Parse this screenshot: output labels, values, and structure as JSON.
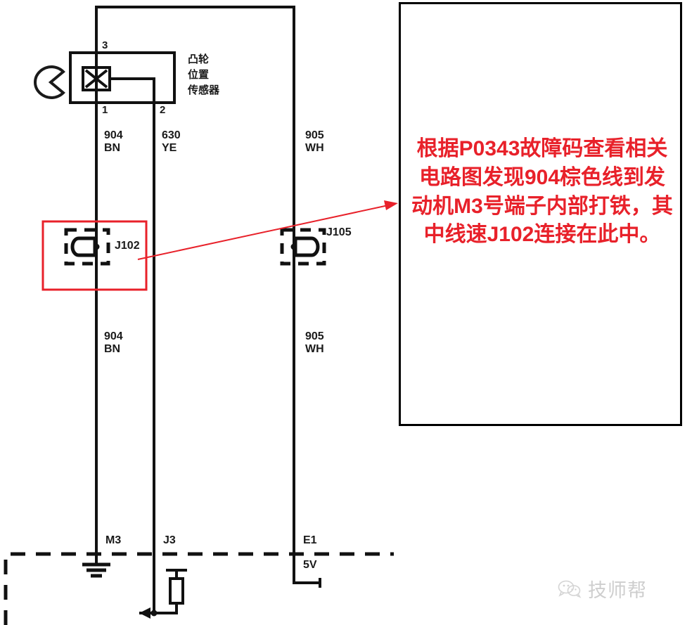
{
  "document": {
    "title": "凸轮位置传感器电路图",
    "type": "automotive-wiring-diagram"
  },
  "sensor": {
    "name": "凸轮\n位置\n传感器",
    "name_line1": "凸轮",
    "name_line2": "位置",
    "name_line3": "传感器",
    "pins": [
      {
        "id": "pin-3",
        "number": "3"
      },
      {
        "id": "pin-1",
        "number": "1"
      },
      {
        "id": "pin-2",
        "number": "2"
      }
    ]
  },
  "wires": [
    {
      "id": "wire-904-upper",
      "number": "904",
      "color_code": "BN",
      "color_name": "Brown"
    },
    {
      "id": "wire-630",
      "number": "630",
      "color_code": "YE",
      "color_name": "Yellow"
    },
    {
      "id": "wire-905-upper",
      "number": "905",
      "color_code": "WH",
      "color_name": "White"
    },
    {
      "id": "wire-904-lower",
      "number": "904",
      "color_code": "BN",
      "color_name": "Brown"
    },
    {
      "id": "wire-905-lower",
      "number": "905",
      "color_code": "WH",
      "color_name": "White"
    }
  ],
  "splices": [
    {
      "id": "splice-j102",
      "label": "J102",
      "highlighted": true
    },
    {
      "id": "splice-j105",
      "label": "J105",
      "highlighted": false
    }
  ],
  "terminals": [
    {
      "id": "terminal-m3",
      "label": "M3",
      "symbol": "ground"
    },
    {
      "id": "terminal-j3",
      "label": "J3",
      "symbol": "resistor-arrow"
    },
    {
      "id": "terminal-e1",
      "label": "E1",
      "symbol": "supply",
      "voltage": "5V"
    }
  ],
  "annotation": {
    "text": "根据P0343故障码查看相关电路图发现904棕色线到发动机M3号端子内部打铁，其中线速J102连接在此中。",
    "fault_code": "P0343",
    "color": "#e8212a",
    "arrow": {
      "from": "splice-j102",
      "to": "annotation-box"
    }
  },
  "highlight": {
    "color": "#e8212a",
    "target": "J102"
  },
  "watermark": {
    "text": "技师帮",
    "icon": "wechat-icon"
  }
}
